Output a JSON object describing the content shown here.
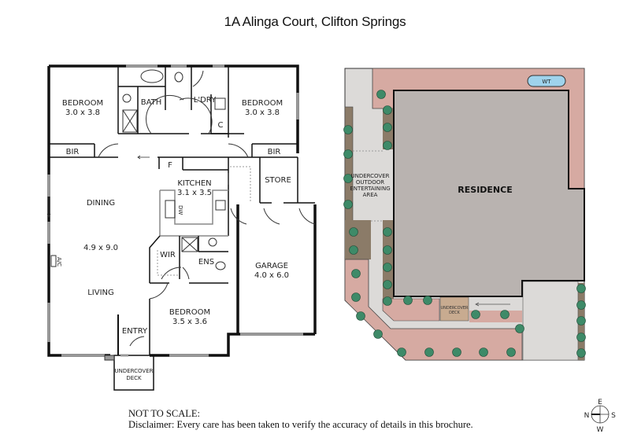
{
  "title": "1A Alinga Court, Clifton Springs",
  "floor_plan": {
    "rooms": [
      {
        "name": "BEDROOM",
        "size": "3.0 x 3.8",
        "position": "top-left"
      },
      {
        "name": "BATH",
        "size": ""
      },
      {
        "name": "L'DRY",
        "size": ""
      },
      {
        "name": "C",
        "size": ""
      },
      {
        "name": "BEDROOM",
        "size": "3.0 x 3.8",
        "position": "top-right"
      },
      {
        "name": "BIR",
        "size": "",
        "position": "left"
      },
      {
        "name": "BIR",
        "size": "",
        "position": "right"
      },
      {
        "name": "F",
        "size": ""
      },
      {
        "name": "KITCHEN",
        "size": "3.1 x 3.5"
      },
      {
        "name": "STORE",
        "size": ""
      },
      {
        "name": "DINING",
        "size": ""
      },
      {
        "name": "4.9 x 9.0",
        "size": ""
      },
      {
        "name": "LIVING",
        "size": ""
      },
      {
        "name": "WIR",
        "size": ""
      },
      {
        "name": "ENS",
        "size": ""
      },
      {
        "name": "GARAGE",
        "size": "4.0 x 6.0"
      },
      {
        "name": "BEDROOM",
        "size": "3.5 x 3.6",
        "position": "bottom"
      },
      {
        "name": "ENTRY",
        "size": ""
      },
      {
        "name": "UNDERCOVER",
        "size": "DECK"
      }
    ],
    "fixtures": {
      "dw": "DW",
      "ac": "A/C"
    }
  },
  "site_plan": {
    "residence": "RESIDENCE",
    "outdoor_area": [
      "UNDERCOVER",
      "OUTDOOR",
      "ENTERTAINING",
      "AREA"
    ],
    "water_tank": "WT",
    "deck": [
      "UNDERCOVER",
      "DECK"
    ],
    "colors": {
      "residence": "#b9b3b0",
      "paving_pink": "#d6aaa2",
      "path_grey": "#dcdad8",
      "garden_bed": "#8b7b68",
      "deck": "#c8ab90",
      "water_tank": "#9fd3ec",
      "plant": "#3e8a68"
    }
  },
  "footer": {
    "scale_note": "NOT TO SCALE:",
    "disclaimer": "Disclaimer: Every care has been taken to verify the accuracy of details in this brochure."
  },
  "compass": {
    "top": "E",
    "left": "N",
    "right": "S",
    "bottom": "W"
  }
}
